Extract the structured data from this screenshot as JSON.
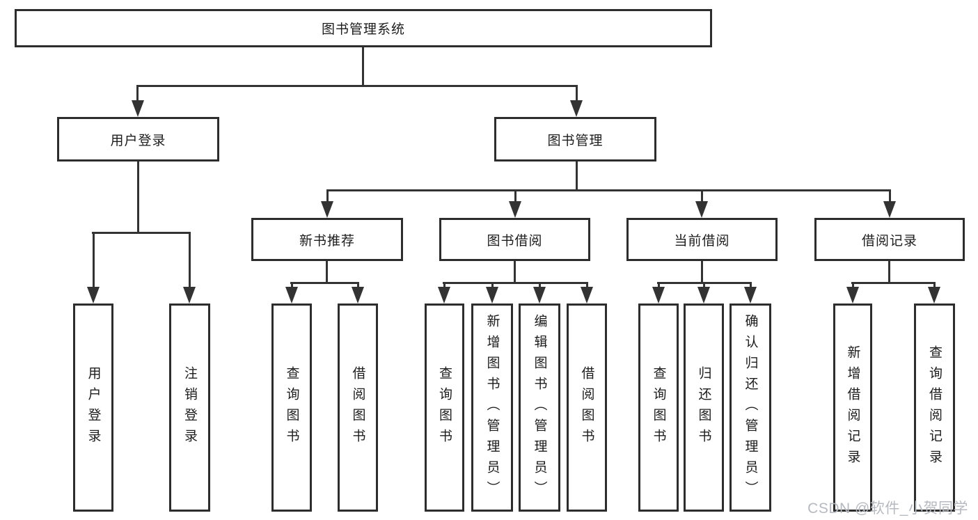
{
  "nodes": {
    "root": "图书管理系统",
    "user_login": "用户登录",
    "book_mgmt": "图书管理",
    "new_book_rec": "新书推荐",
    "book_borrow": "图书借阅",
    "current_borrow": "当前借阅",
    "borrow_record": "借阅记录",
    "ul_login": "用户登录",
    "ul_logout": "注销登录",
    "nbr_query": "查询图书",
    "nbr_borrow": "借阅图书",
    "bb_query": "查询图书",
    "bb_add": "新增图书（管理员）",
    "bb_edit": "编辑图书（管理员）",
    "bb_borrow": "借阅图书",
    "cb_query": "查询图书",
    "cb_return": "归还图书",
    "cb_confirm": "确认归还（管理员）",
    "br_add": "新增借阅记录",
    "br_query": "查询借阅记录"
  },
  "tree": {
    "图书管理系统": {
      "用户登录": [
        "用户登录",
        "注销登录"
      ],
      "图书管理": {
        "新书推荐": [
          "查询图书",
          "借阅图书"
        ],
        "图书借阅": [
          "查询图书",
          "新增图书（管理员）",
          "编辑图书（管理员）",
          "借阅图书"
        ],
        "当前借阅": [
          "查询图书",
          "归还图书",
          "确认归还（管理员）"
        ],
        "借阅记录": [
          "新增借阅记录",
          "查询借阅记录"
        ]
      }
    }
  },
  "watermark": "CSDN @软件_小贺同学",
  "colors": {
    "line": "#333333",
    "border": "#2d2d2d",
    "text": "#1c1c1c",
    "background": "#ffffff",
    "watermark": "#b6bac0"
  }
}
